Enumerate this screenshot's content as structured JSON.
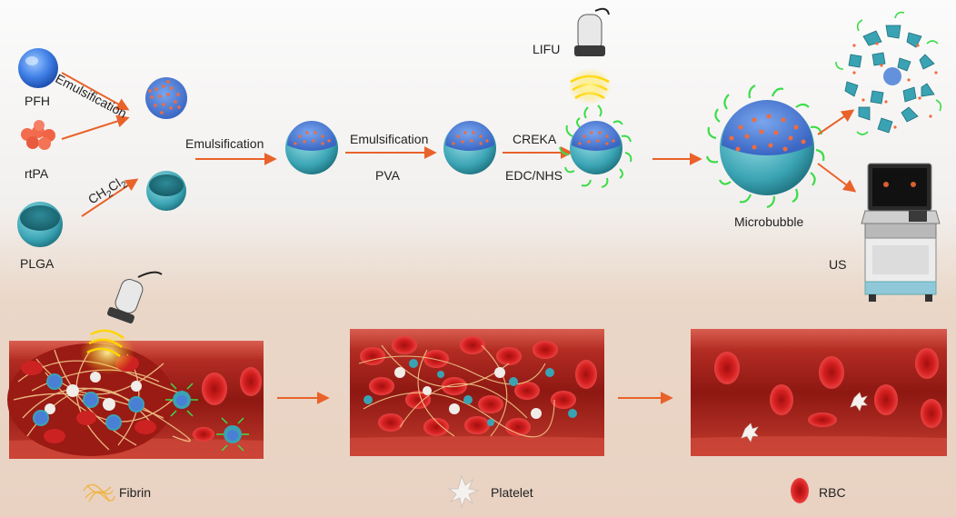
{
  "labels": {
    "pfh": "PFH",
    "rtpa": "rtPA",
    "plga": "PLGA",
    "emulsification_1": "Emulsification",
    "solvent_base": "CH",
    "solvent_sub1": "2",
    "solvent_mid": "Cl",
    "solvent_sub2": "2",
    "emulsification_2": "Emulsification",
    "emulsification_3": "Emulsification",
    "pva": "PVA",
    "creka": "CREKA",
    "edc_nhs": "EDC/NHS",
    "lifu": "LIFU",
    "microbubble": "Microbubble",
    "us": "US"
  },
  "legend": {
    "fibrin": "Fibrin",
    "platelet": "Platelet",
    "rbc": "RBC"
  },
  "colors": {
    "arrow": "#e9622a",
    "shell": "#3fa9b8",
    "core": "#4a7fd6",
    "drug": "#f06a3c",
    "ligand": "#3ddc4a",
    "vessel": "#b8261e",
    "rbc": "#d21b1b"
  }
}
